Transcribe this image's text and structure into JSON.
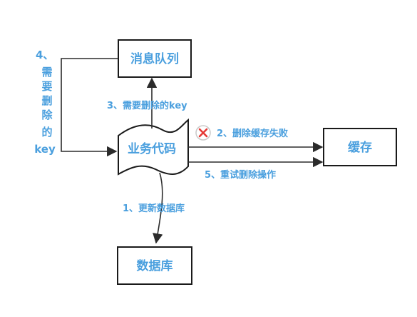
{
  "nodes": {
    "message_queue": "消息队列",
    "business_code": "业务代码",
    "cache": "缓存",
    "database": "数据库"
  },
  "edges": {
    "step1": "1、更新数据库",
    "step2": "2、删除缓存失败",
    "step3": "3、需要删除的key",
    "step4": [
      "4、",
      "需",
      "要",
      "删",
      "除",
      "的",
      "key"
    ],
    "step5": "5、重试删除操作"
  },
  "icons": {
    "failure": "close-icon"
  },
  "colors": {
    "label": "#4a9fde",
    "stroke": "#1a1a1a",
    "failure_icon": "#e53935"
  }
}
